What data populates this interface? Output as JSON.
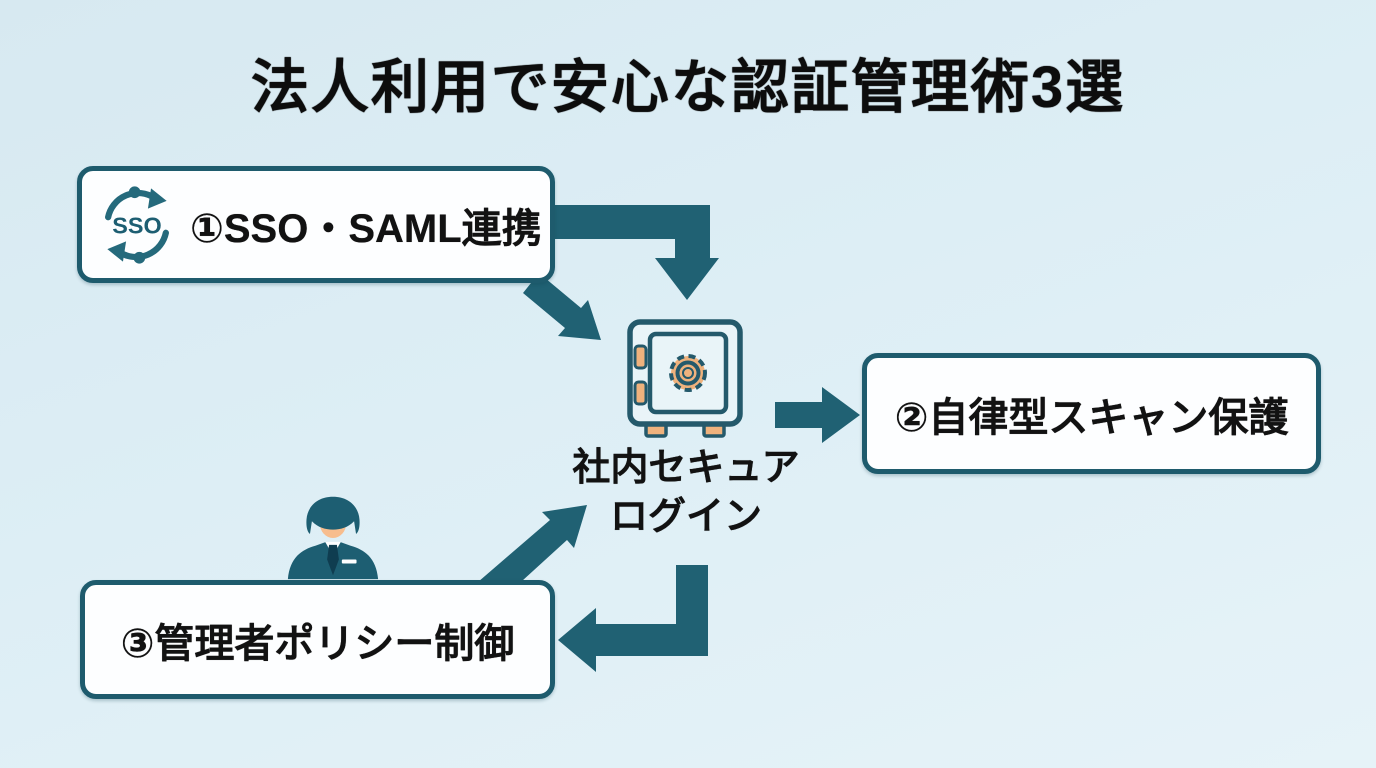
{
  "title": "法人利用で安心な認証管理術3選",
  "boxes": {
    "sso": {
      "label": "①SSO・SAML連携"
    },
    "scan": {
      "label": "②自律型スキャン保護"
    },
    "policy": {
      "label": "③管理者ポリシー制御"
    }
  },
  "center": {
    "line1": "社内セキュア",
    "line2": "ログイン"
  },
  "icons": {
    "sso_badge_text": "SSO",
    "safe_icon": "safe-vault",
    "person_icon": "business-person"
  },
  "connections": [
    {
      "from": "①SSO・SAML連携",
      "to": "社内セキュアログイン",
      "shape": "elbow-right-then-down"
    },
    {
      "from": "①SSO・SAML連携",
      "to": "社内セキュアログイン",
      "shape": "diagonal-down-right"
    },
    {
      "from": "社内セキュアログイン",
      "to": "②自律型スキャン保護",
      "shape": "straight-right"
    },
    {
      "from": "③管理者ポリシー制御",
      "to": "社内セキュアログイン",
      "shape": "diagonal-up-right"
    },
    {
      "from": "社内セキュアログイン",
      "to": "③管理者ポリシー制御",
      "shape": "elbow-down-then-left"
    }
  ],
  "colors": {
    "background_top": "#d7e9f1",
    "background_bottom": "#e6f3f8",
    "box_fill": "#fdfeff",
    "box_border": "#1e5b6d",
    "arrow": "#206173",
    "text": "#111111",
    "icon_teal": "#24596b",
    "icon_orange": "#efb27d",
    "skin": "#f7bd8e",
    "suit_teal": "#1d5e72"
  }
}
